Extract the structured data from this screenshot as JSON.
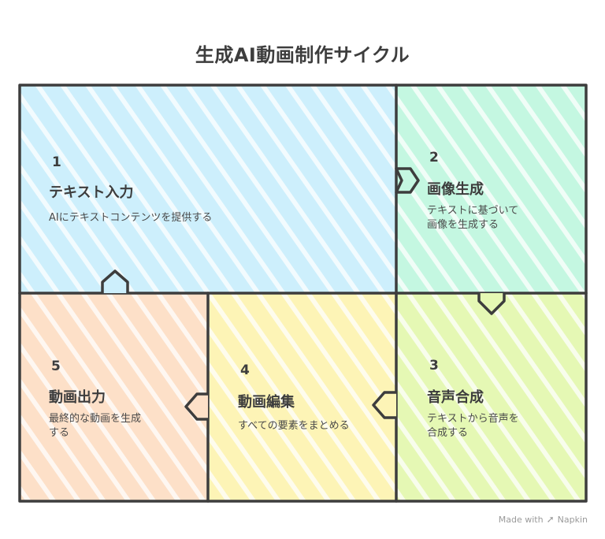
{
  "title": "生成AI動画制作サイクル",
  "colors": {
    "step1": "#cdeffc",
    "step2": "#c4f7e1",
    "step3": "#e5f8b4",
    "step4": "#fdf4b6",
    "step5": "#fde0c8",
    "border": "#3d3d3d"
  },
  "steps": [
    {
      "number": "1",
      "heading": "テキスト入力",
      "desc": [
        "AIにテキストコンテンツを提供する"
      ]
    },
    {
      "number": "2",
      "heading": "画像生成",
      "desc": [
        "テキストに基づいて",
        "画像を生成する"
      ]
    },
    {
      "number": "3",
      "heading": "音声合成",
      "desc": [
        "テキストから音声を",
        "合成する"
      ]
    },
    {
      "number": "4",
      "heading": "動画編集",
      "desc": [
        "すべての要素をまとめる"
      ]
    },
    {
      "number": "5",
      "heading": "動画出力",
      "desc": [
        "最終的な動画を生成",
        "する"
      ]
    }
  ],
  "footer": {
    "made_with": "Made with",
    "brand": "Napkin",
    "logo_icon": "napkin-logo-icon"
  }
}
